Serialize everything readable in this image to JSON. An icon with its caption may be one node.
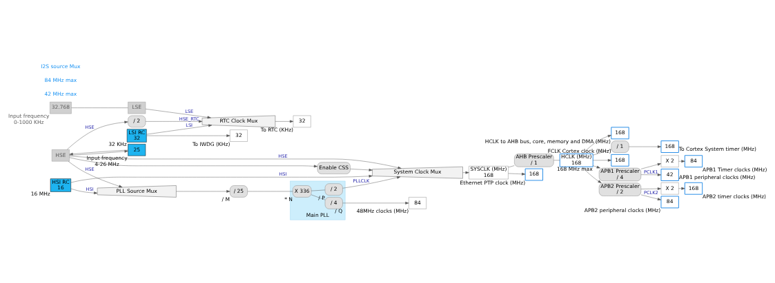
{
  "diagram": {
    "nodes": [
      {
        "text": [
          "32.768"
        ],
        "beside": [
          "Input frequency",
          "0-1000 KHz"
        ]
      },
      {
        "text": [
          "LSE"
        ]
      },
      {
        "text": [
          "LSI RC",
          "32"
        ],
        "beside": [
          "32 KHz"
        ]
      },
      {
        "text": [
          "HSI RC",
          "16"
        ],
        "beside": [
          "16 MHz"
        ]
      },
      {
        "text": [
          "25"
        ],
        "beside": [
          "Input frequency",
          "4-26 MHz"
        ]
      },
      {
        "text": [
          "HSE"
        ]
      },
      {
        "text": [
          "/ 2"
        ]
      },
      {
        "text": [
          "RTC Clock Mux"
        ]
      },
      {
        "text": [
          "32"
        ],
        "beside": [
          "To RTC (KHz)"
        ]
      },
      {
        "text": [
          "32"
        ],
        "beside": [
          "To IWDG (KHz)"
        ]
      },
      {
        "text": [
          "System Clock Mux"
        ]
      },
      {
        "text": [
          "PLL Source Mux"
        ]
      },
      {
        "text": [
          "/ 25"
        ],
        "beside": [
          "/ M"
        ]
      },
      {
        "text": [
          "Main PLL"
        ]
      },
      {
        "text": [
          "X 336"
        ],
        "beside": [
          "* N"
        ],
        "in": 13
      },
      {
        "text": [
          "/ 2"
        ],
        "beside": [
          "/ P"
        ],
        "in": 13
      },
      {
        "text": [
          "/ 4"
        ],
        "beside": [
          "/ Q"
        ],
        "in": 13
      },
      {
        "text": [
          "Enable CSS"
        ]
      },
      {
        "text": [
          "SYSCLK (MHz)",
          "168"
        ]
      },
      {
        "text": [
          "AHB Prescaler",
          "/ 1"
        ]
      },
      {
        "text": [
          "HCLK (MHz)",
          "168"
        ],
        "beside": [
          "168 MHz max"
        ]
      },
      {
        "text": [
          "168"
        ],
        "beside": [
          "Ethernet PTP clock (MHz)"
        ]
      },
      {
        "text": [
          "168"
        ],
        "beside": [
          "HCLK to AHB bus, core, memory and DMA (MHz)"
        ]
      },
      {
        "text": [
          "/ 1"
        ]
      },
      {
        "text": [
          "168"
        ],
        "beside": [
          "To Cortex System timer (MHz)"
        ]
      },
      {
        "text": [
          "168"
        ],
        "beside": [
          "FCLK Cortex clock (MHz)"
        ]
      },
      {
        "text": [
          "APB1 Prescaler",
          "/ 4"
        ]
      },
      {
        "text": [
          "42"
        ],
        "beside": [
          "APB1 peripheral clocks (MHz)"
        ]
      },
      {
        "text": [
          "X 2"
        ]
      },
      {
        "text": [
          "84"
        ],
        "beside": [
          "APB1 Timer clocks (MHz)"
        ]
      },
      {
        "text": [
          "APB2 Prescaler",
          "/ 2"
        ]
      },
      {
        "text": [
          "84"
        ],
        "beside": [
          "APB2 peripheral clocks (MHz)"
        ]
      },
      {
        "text": [
          "X 2"
        ]
      },
      {
        "text": [
          "168"
        ],
        "beside": [
          "APB2 timer clocks (MHz)"
        ]
      },
      {
        "text": [
          "84"
        ],
        "beside": [
          "48MHz clocks (MHz)"
        ]
      }
    ],
    "edges": [
      {
        "from": 0,
        "to": 1,
        "arrow": "none"
      },
      {
        "from": 5,
        "to": 6,
        "arrow": "to",
        "label": "HSE"
      },
      {
        "from": 6,
        "to": 7,
        "arrow": "to",
        "label": "HSE_RTC"
      },
      {
        "from": 1,
        "to": 7,
        "arrow": "to",
        "label": "LSE"
      },
      {
        "from": 2,
        "to": 7,
        "arrow": "to",
        "label": "LSI"
      },
      {
        "from": 7,
        "to": 8,
        "arrow": "to"
      },
      {
        "from": 2,
        "to": 9,
        "arrow": "to"
      },
      {
        "from": 4,
        "to": 5,
        "arrow": "to"
      },
      {
        "from": 5,
        "to": 4,
        "arrow": "to"
      },
      {
        "from": 3,
        "to": 10,
        "arrow": "to",
        "label": "HSI"
      },
      {
        "from": 5,
        "to": 10,
        "arrow": "to",
        "label": "HSE"
      },
      {
        "from": 3,
        "to": 11,
        "arrow": "to",
        "label": "HSI"
      },
      {
        "from": 5,
        "to": 11,
        "arrow": "to",
        "label": "HSE"
      },
      {
        "from": 11,
        "to": 12,
        "arrow": "to"
      },
      {
        "from": 12,
        "to": 14,
        "arrow": "none"
      },
      {
        "from": 14,
        "to": 15,
        "arrow": "none"
      },
      {
        "from": 14,
        "to": 16,
        "arrow": "none"
      },
      {
        "from": 15,
        "to": 10,
        "arrow": "to",
        "label": "PLLCLK"
      },
      {
        "from": 5,
        "to": 17,
        "arrow": "to"
      },
      {
        "from": 17,
        "to": 10,
        "arrow": "to"
      },
      {
        "from": 10,
        "to": 18,
        "arrow": "to"
      },
      {
        "from": 18,
        "to": 19,
        "arrow": "none"
      },
      {
        "from": 19,
        "to": 20,
        "arrow": "none"
      },
      {
        "from": 18,
        "to": 21,
        "arrow": "to"
      },
      {
        "from": 20,
        "to": 22,
        "arrow": "to"
      },
      {
        "from": 20,
        "to": 23,
        "arrow": "none"
      },
      {
        "from": 23,
        "to": 24,
        "arrow": "to"
      },
      {
        "from": 20,
        "to": 25,
        "arrow": "to"
      },
      {
        "from": 20,
        "to": 26,
        "arrow": "to"
      },
      {
        "from": 26,
        "to": 27,
        "arrow": "to",
        "label": "PCLK1"
      },
      {
        "from": 26,
        "to": 28,
        "arrow": "to"
      },
      {
        "from": 28,
        "to": 29,
        "arrow": "to"
      },
      {
        "from": 20,
        "to": 30,
        "arrow": "to"
      },
      {
        "from": 30,
        "to": 31,
        "arrow": "to",
        "label": "PCLK2"
      },
      {
        "from": 30,
        "to": 32,
        "arrow": "to"
      },
      {
        "from": 32,
        "to": 33,
        "arrow": "to"
      },
      {
        "from": 16,
        "to": 34,
        "arrow": "to"
      }
    ],
    "labels": [
      "42 MHz max",
      "84 MHz max",
      "I2S source Mux"
    ]
  }
}
